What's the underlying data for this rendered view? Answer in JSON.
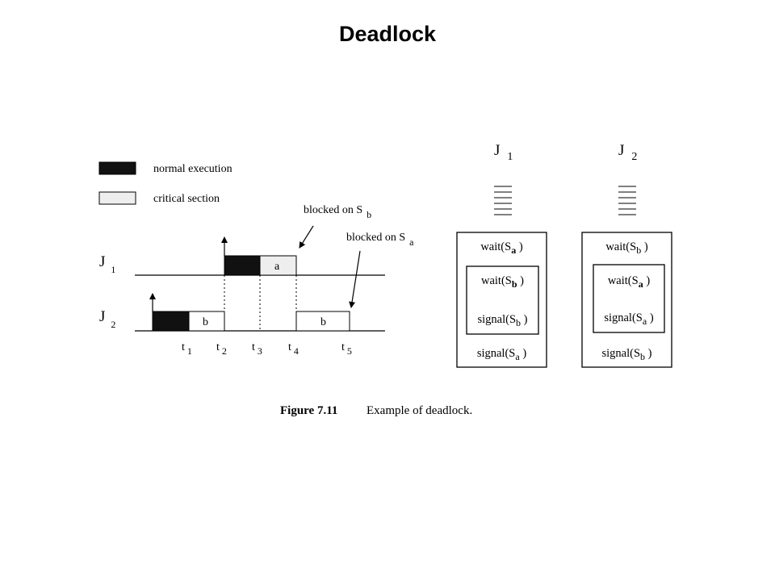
{
  "slide": {
    "title": "Deadlock"
  },
  "legend": {
    "normal": "normal execution",
    "critical": "critical section"
  },
  "timeline": {
    "job1": {
      "letter": "J",
      "sub": "1"
    },
    "job2": {
      "letter": "J",
      "sub": "2"
    },
    "cs_j1": "a",
    "cs_j2_first": "b",
    "cs_j2_second": "b",
    "ann_b": {
      "text": "blocked on S",
      "sub": "b"
    },
    "ann_a": {
      "text": "blocked on S",
      "sub": "a"
    },
    "ticks": [
      {
        "letter": "t",
        "sub": "1"
      },
      {
        "letter": "t",
        "sub": "2"
      },
      {
        "letter": "t",
        "sub": "3"
      },
      {
        "letter": "t",
        "sub": "4"
      },
      {
        "letter": "t",
        "sub": "5"
      }
    ]
  },
  "code": {
    "j1": {
      "header": {
        "letter": "J",
        "sub": "1"
      },
      "outer_wait": {
        "pre": "wait(S",
        "sub": "a",
        "post": " )"
      },
      "inner_wait": {
        "pre": "wait(S",
        "sub": "b",
        "post": " )"
      },
      "inner_signal": {
        "pre": "signal(S",
        "sub": "b",
        "post": " )"
      },
      "outer_signal": {
        "pre": "signal(S",
        "sub": "a",
        "post": " )"
      }
    },
    "j2": {
      "header": {
        "letter": "J",
        "sub": "2"
      },
      "outer_wait": {
        "pre": "wait(S",
        "sub": "b",
        "post": " )"
      },
      "inner_wait": {
        "pre": "wait(S",
        "sub": "a",
        "post": " )"
      },
      "inner_signal": {
        "pre": "signal(S",
        "sub": "a",
        "post": " )"
      },
      "outer_signal": {
        "pre": "signal(S",
        "sub": "b",
        "post": " )"
      }
    }
  },
  "caption": {
    "label": "Figure 7.11",
    "text": "Example of deadlock."
  }
}
